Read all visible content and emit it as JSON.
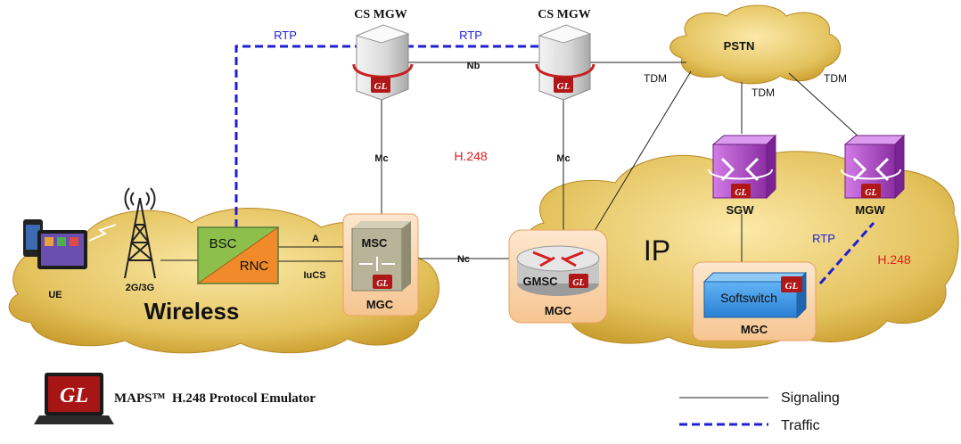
{
  "clouds": {
    "wireless": "Wireless",
    "ip": "IP",
    "pstn": "PSTN"
  },
  "nodes": {
    "cs_mgw_left": "CS MGW",
    "cs_mgw_right": "CS MGW",
    "ue": "UE",
    "tower": "2G/3G",
    "bsc": "BSC",
    "rnc": "RNC",
    "msc": "MSC",
    "mgc_left": "MGC",
    "gmsc": "GMSC",
    "mgc_mid": "MGC",
    "softswitch": "Softswitch",
    "mgc_right": "MGC",
    "sgw": "SGW",
    "mgw": "MGW",
    "gl_badge": "GL"
  },
  "links": {
    "rtp_left": "RTP",
    "rtp_top": "RTP",
    "rtp_right": "RTP",
    "nb": "Nb",
    "mc_left": "Mc",
    "mc_right": "Mc",
    "h248_center": "H.248",
    "h248_right": "H.248",
    "tdm_1": "TDM",
    "tdm_2": "TDM",
    "tdm_3": "TDM",
    "a": "A",
    "iucs": "IuCS",
    "nc": "Nc"
  },
  "product": {
    "logo": "GL",
    "title": "MAPS™  H.248 Protocol Emulator"
  },
  "legend": {
    "signaling": "Signaling",
    "traffic": "Traffic"
  },
  "colors": {
    "cloud": "#d9b44a",
    "cloud_light": "#f2dc8f",
    "rtp_blue": "#1f1fd6",
    "h248_red": "#e31b1b",
    "gl_red": "#b01818",
    "mgc_box": "#fbd9b5",
    "gateway_purple": "#9b3fb0",
    "softswitch_blue": "#3a8fe0"
  }
}
